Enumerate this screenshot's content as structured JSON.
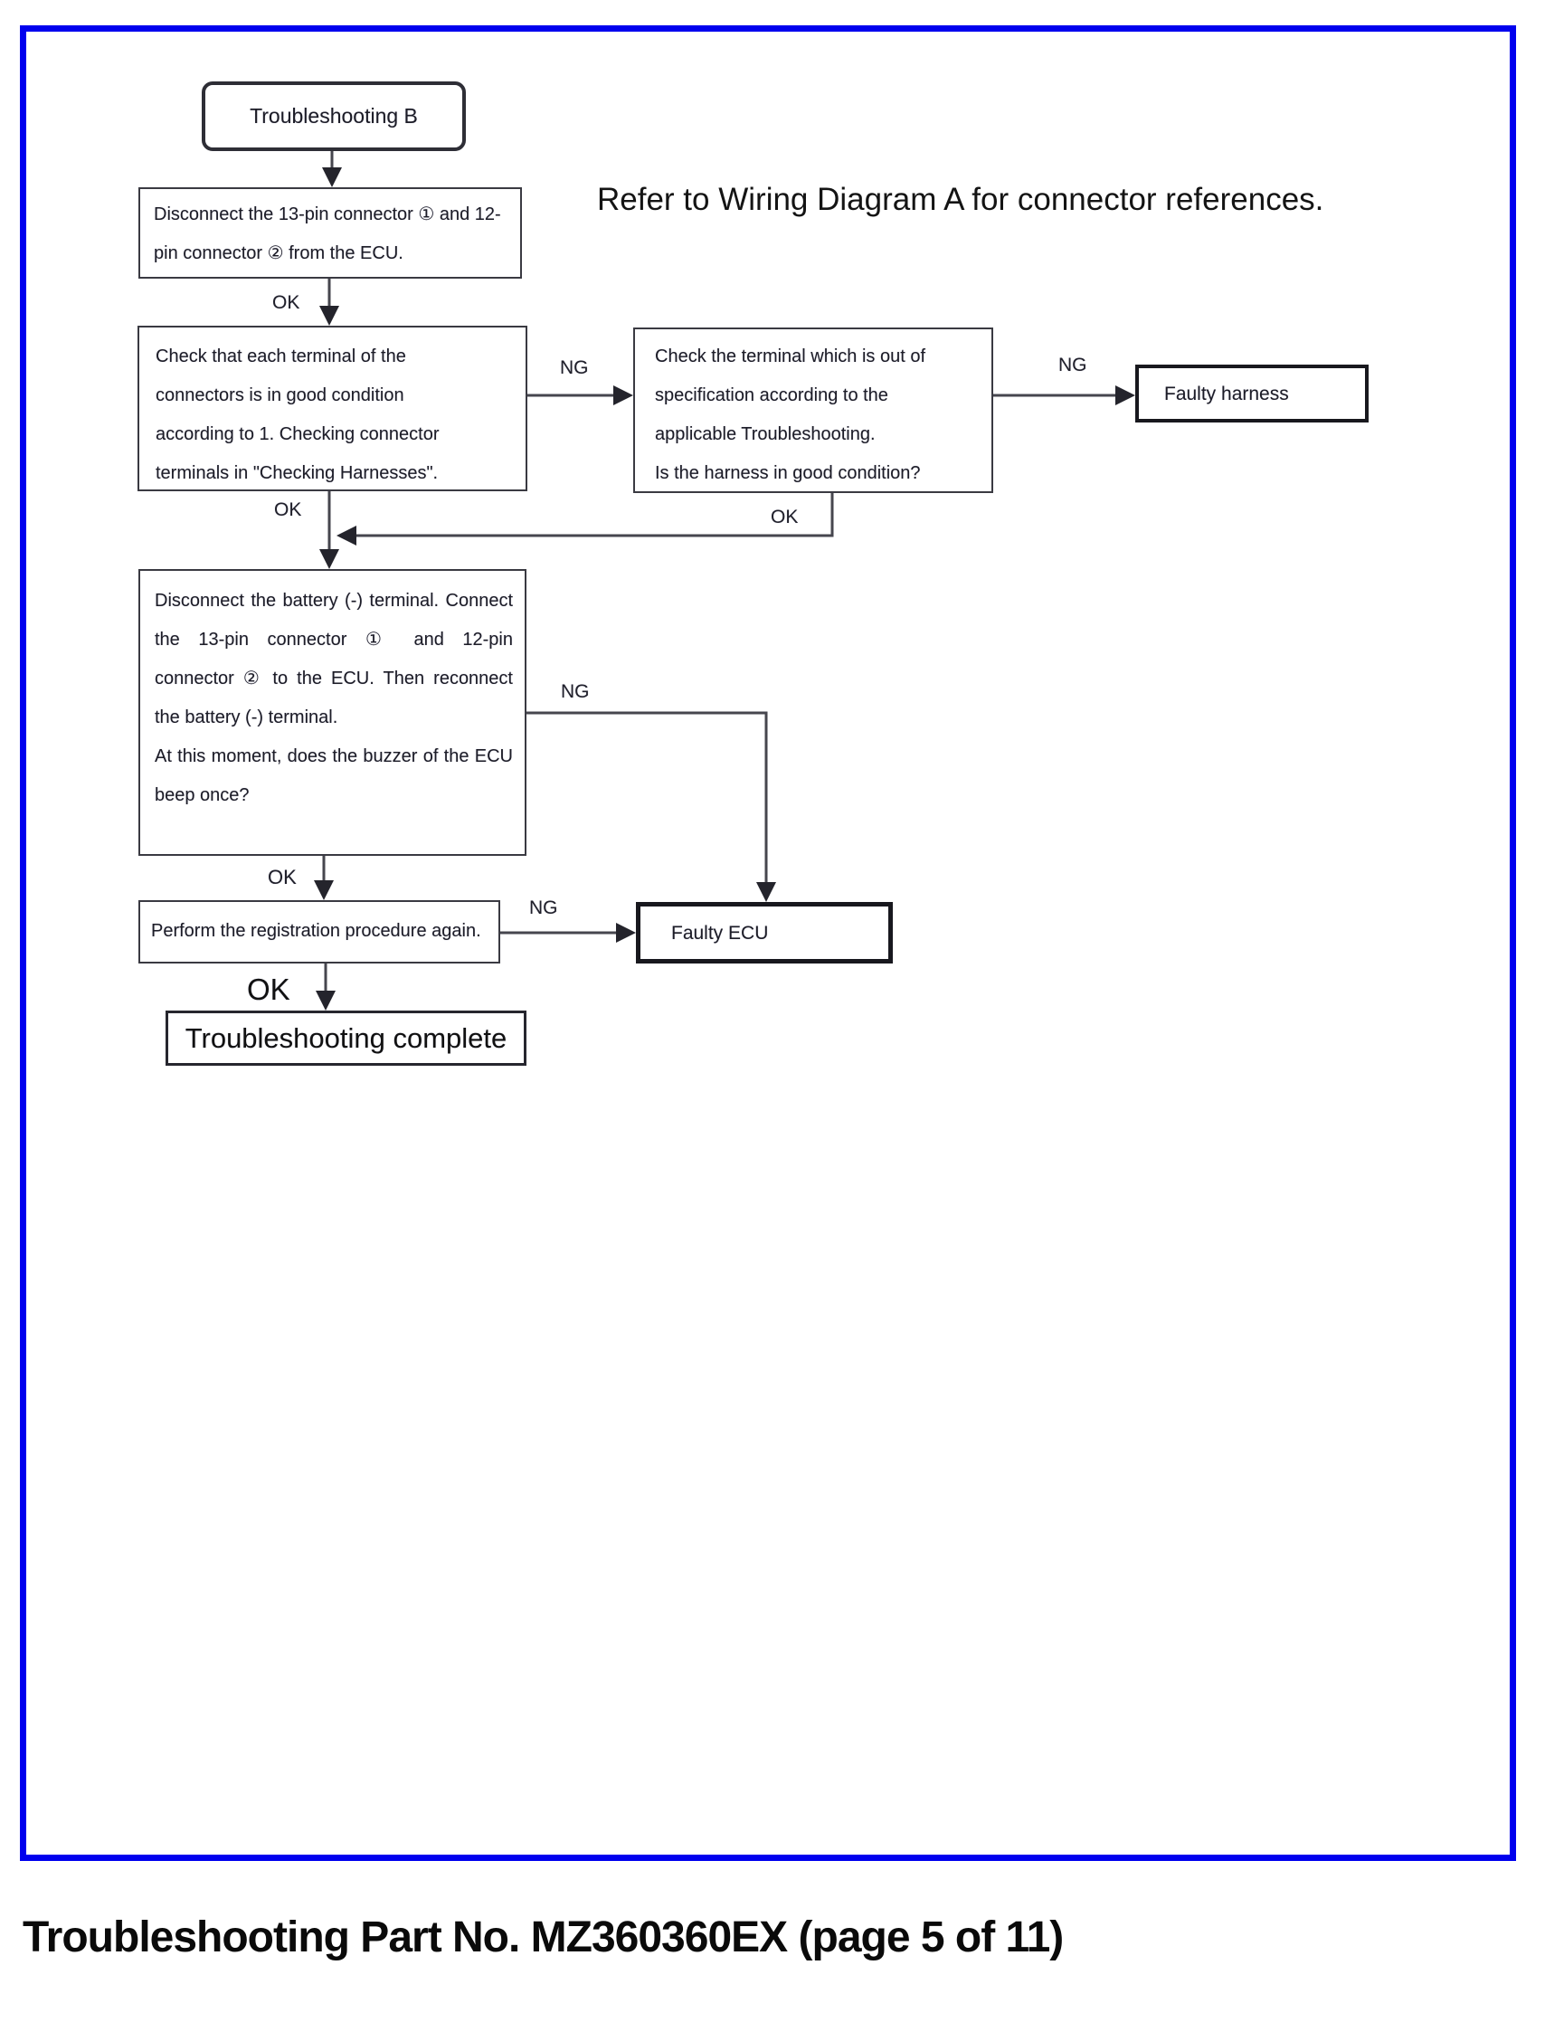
{
  "frame_color": "#0000ee",
  "note": "Refer to Wiring Diagram A for connector references.",
  "caption": "Troubleshooting Part No. MZ360360EX (page 5 of 11)",
  "labels": {
    "ok": "OK",
    "ng": "NG"
  },
  "nodes": {
    "start": "Troubleshooting B",
    "disconnect": "Disconnect the 13-pin connector ① and 12-pin connector ② from the ECU.",
    "check_terminals": "Check that each terminal of the connectors is in good condition according to 1. Checking connector terminals in \"Checking Harnesses\".",
    "check_spec": "Check the terminal which is out of specification according to the applicable Troubleshooting.\nIs the harness in good condition?",
    "faulty_harness": "Faulty harness",
    "reconnect": "Disconnect the battery (-) terminal. Connect the 13-pin connector ① and 12-pin connector ② to the ECU. Then reconnect the battery (-) terminal.\nAt this moment, does the buzzer of the ECU beep once?",
    "faulty_ecu": "Faulty ECU",
    "registration": "Perform the registration procedure again.",
    "complete": "Troubleshooting complete"
  }
}
